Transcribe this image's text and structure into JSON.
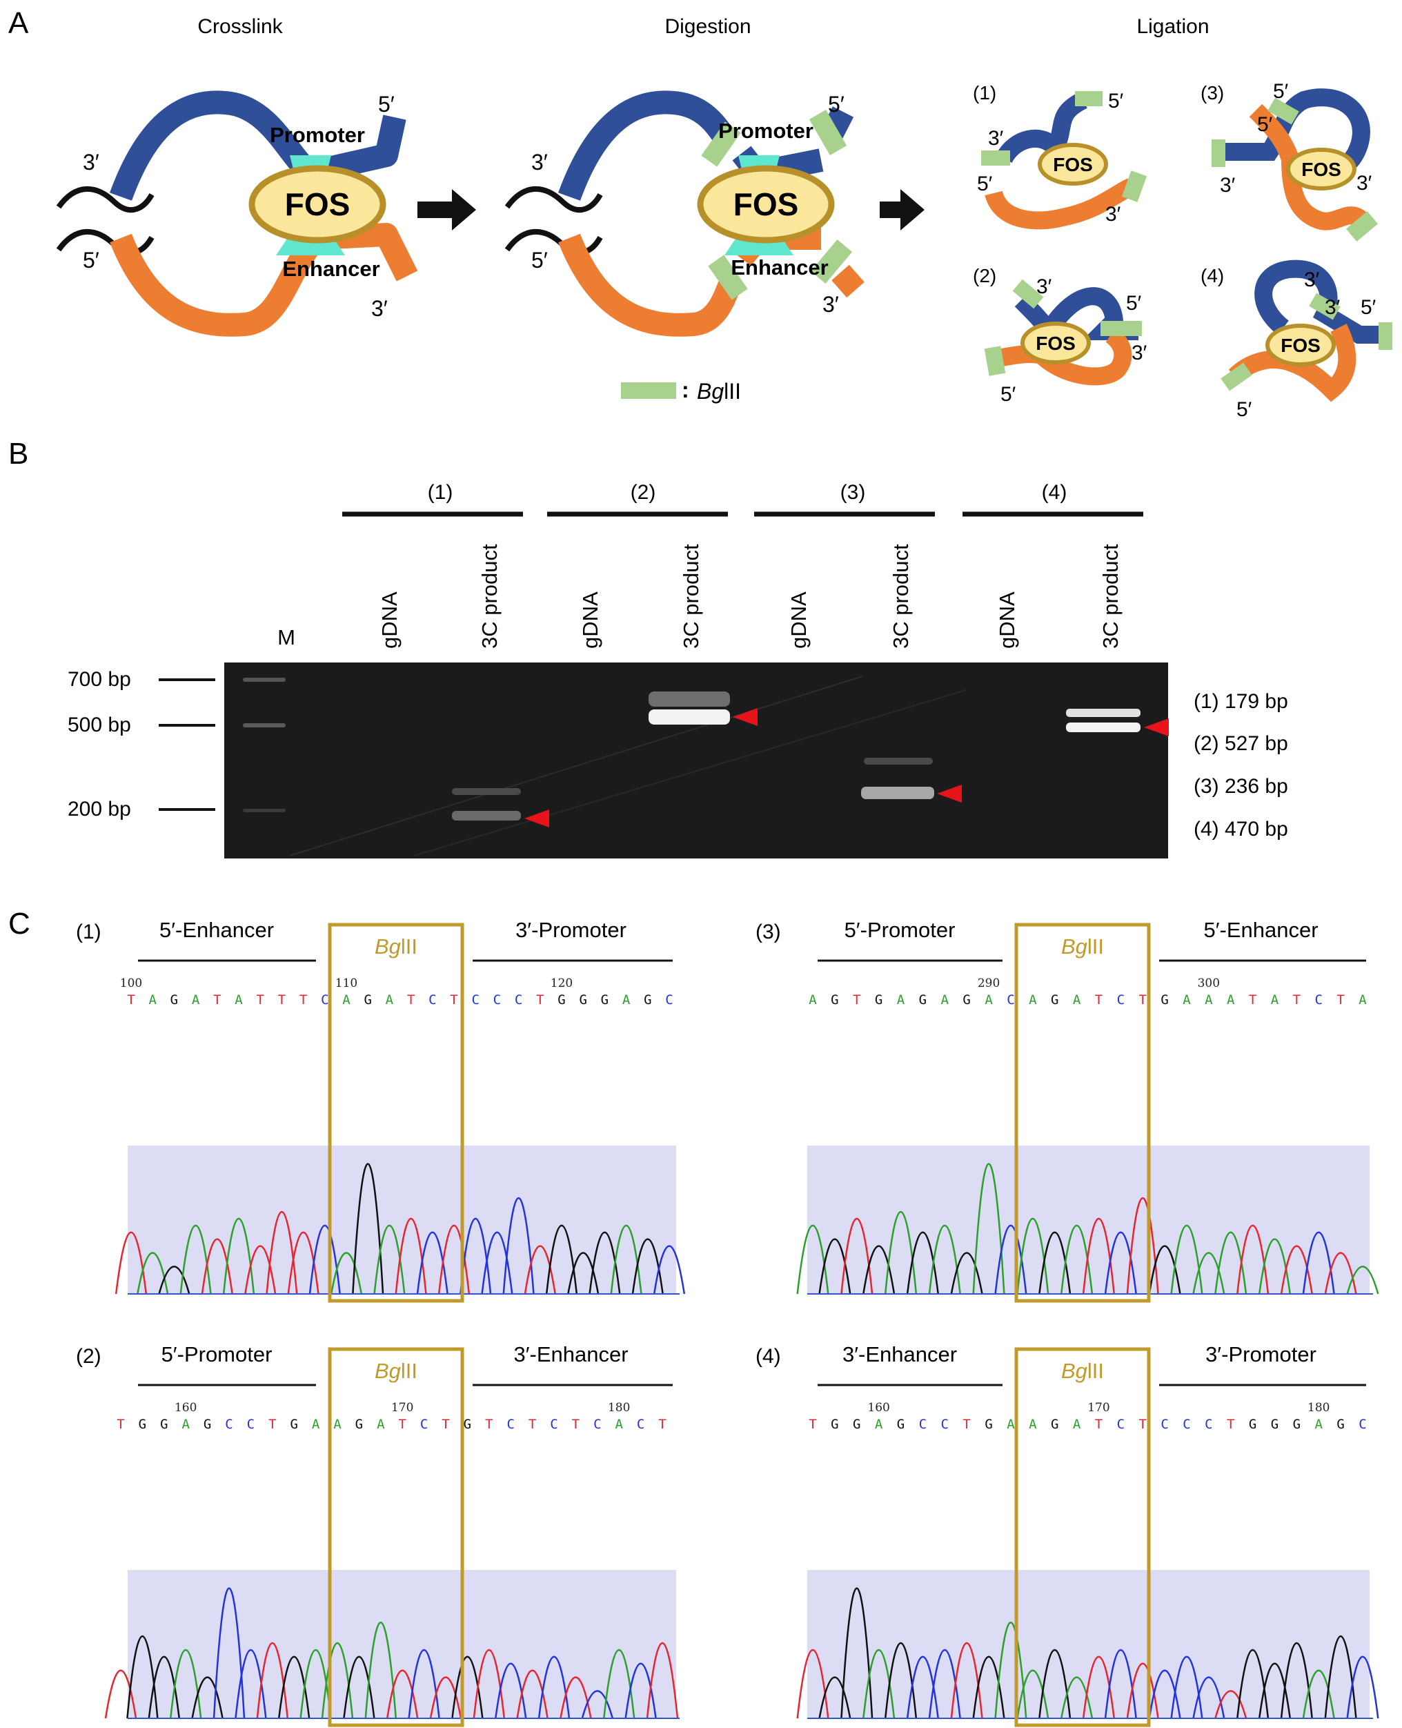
{
  "panelA": {
    "letter": "A",
    "step_crosslink": "Crosslink",
    "step_digestion": "Digestion",
    "step_ligation": "Ligation",
    "promoter": "Promoter",
    "enhancer": "Enhancer",
    "fos": "FOS",
    "p5": "5′",
    "p3": "3′",
    "legend_italic": "Bg",
    "legend_roman": "lII",
    "legend_colon": ":",
    "ligation_labels": [
      "(1)",
      "(2)",
      "(3)",
      "(4)"
    ],
    "colors": {
      "blue": "#2f4f99",
      "orange": "#ed7d31",
      "green": "#a9d18e",
      "teal": "#5fe6cf",
      "gold": "#b8902a",
      "fos_fill": "#fbe79b"
    }
  },
  "panelB": {
    "letter": "B",
    "groups": [
      "(1)",
      "(2)",
      "(3)",
      "(4)"
    ],
    "lane_marker": "M",
    "lane_gdna": "gDNA",
    "lane_3c": "3C product",
    "ladder": [
      "700 bp",
      "500 bp",
      "200 bp"
    ],
    "products": [
      "(1) 179 bp",
      "(2) 527 bp",
      "(3) 236 bp",
      "(4) 470 bp"
    ],
    "arrow_color": "#e8141c"
  },
  "panelC": {
    "letter": "C",
    "site_italic": "Bg",
    "site_roman": "lII",
    "box_color": "#c09a2b",
    "traces": [
      {
        "id": "(1)",
        "left": "5′-Enhancer",
        "right": "3′-Promoter",
        "ticks": [
          "100",
          "110",
          "120"
        ],
        "seq": "TAGATATTTCAGATCTCCCTGGGAGC"
      },
      {
        "id": "(3)",
        "left": "5′-Promoter",
        "right": "5′-Enhancer",
        "ticks": [
          "290",
          "300"
        ],
        "seq": "AGTGAGAGACAGATCTGAAATATCTA"
      },
      {
        "id": "(2)",
        "left": "5′-Promoter",
        "right": "3′-Enhancer",
        "ticks": [
          "160",
          "170",
          "180"
        ],
        "seq": "TGGAGCCTGAAGATCTGTCTCTCACT"
      },
      {
        "id": "(4)",
        "left": "3′-Enhancer",
        "right": "3′-Promoter",
        "ticks": [
          "160",
          "170",
          "180"
        ],
        "seq": "TGGAGCCTGAAGATCTCCCTGGGAGC"
      }
    ],
    "base_colors": {
      "A": "#2ca02c",
      "C": "#2233dd",
      "G": "#111111",
      "T": "#e3262f"
    }
  }
}
